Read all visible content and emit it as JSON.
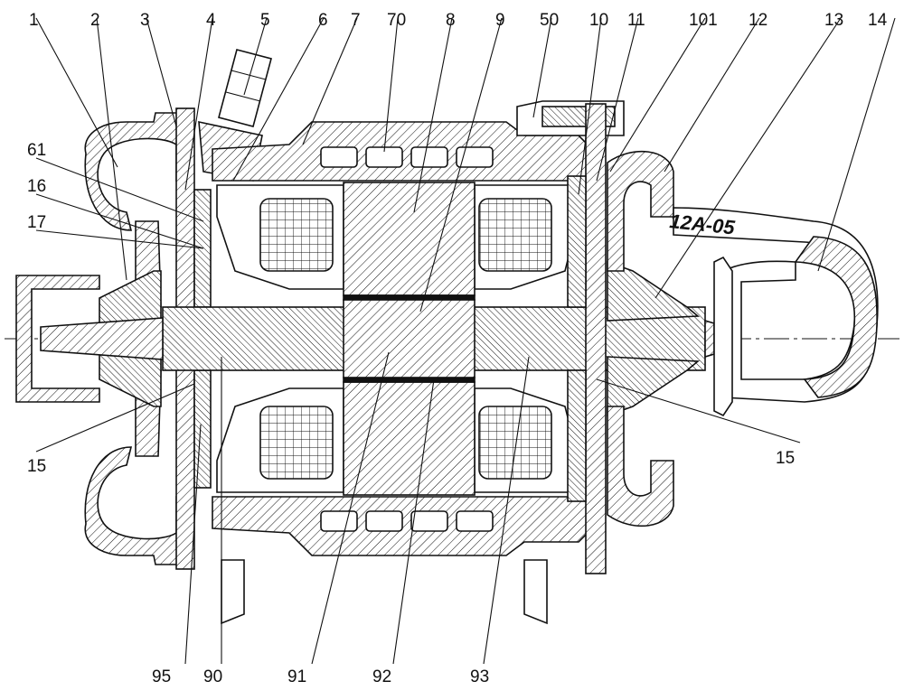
{
  "drawing": {
    "part_numbers": {
      "p1": "1",
      "p2": "2",
      "p3": "3",
      "p4": "4",
      "p5": "5",
      "p6": "6",
      "p7": "7",
      "p70": "70",
      "p8": "8",
      "p9": "9",
      "p50": "50",
      "p10": "10",
      "p11": "11",
      "p101": "101",
      "p12": "12",
      "p13": "13",
      "p14": "14",
      "p61": "61",
      "p16": "16",
      "p17": "17",
      "p15a": "15",
      "p15b": "15",
      "p95": "95",
      "p90": "90",
      "p91": "91",
      "p92": "92",
      "p93": "93"
    },
    "engraving": "12A-05"
  }
}
